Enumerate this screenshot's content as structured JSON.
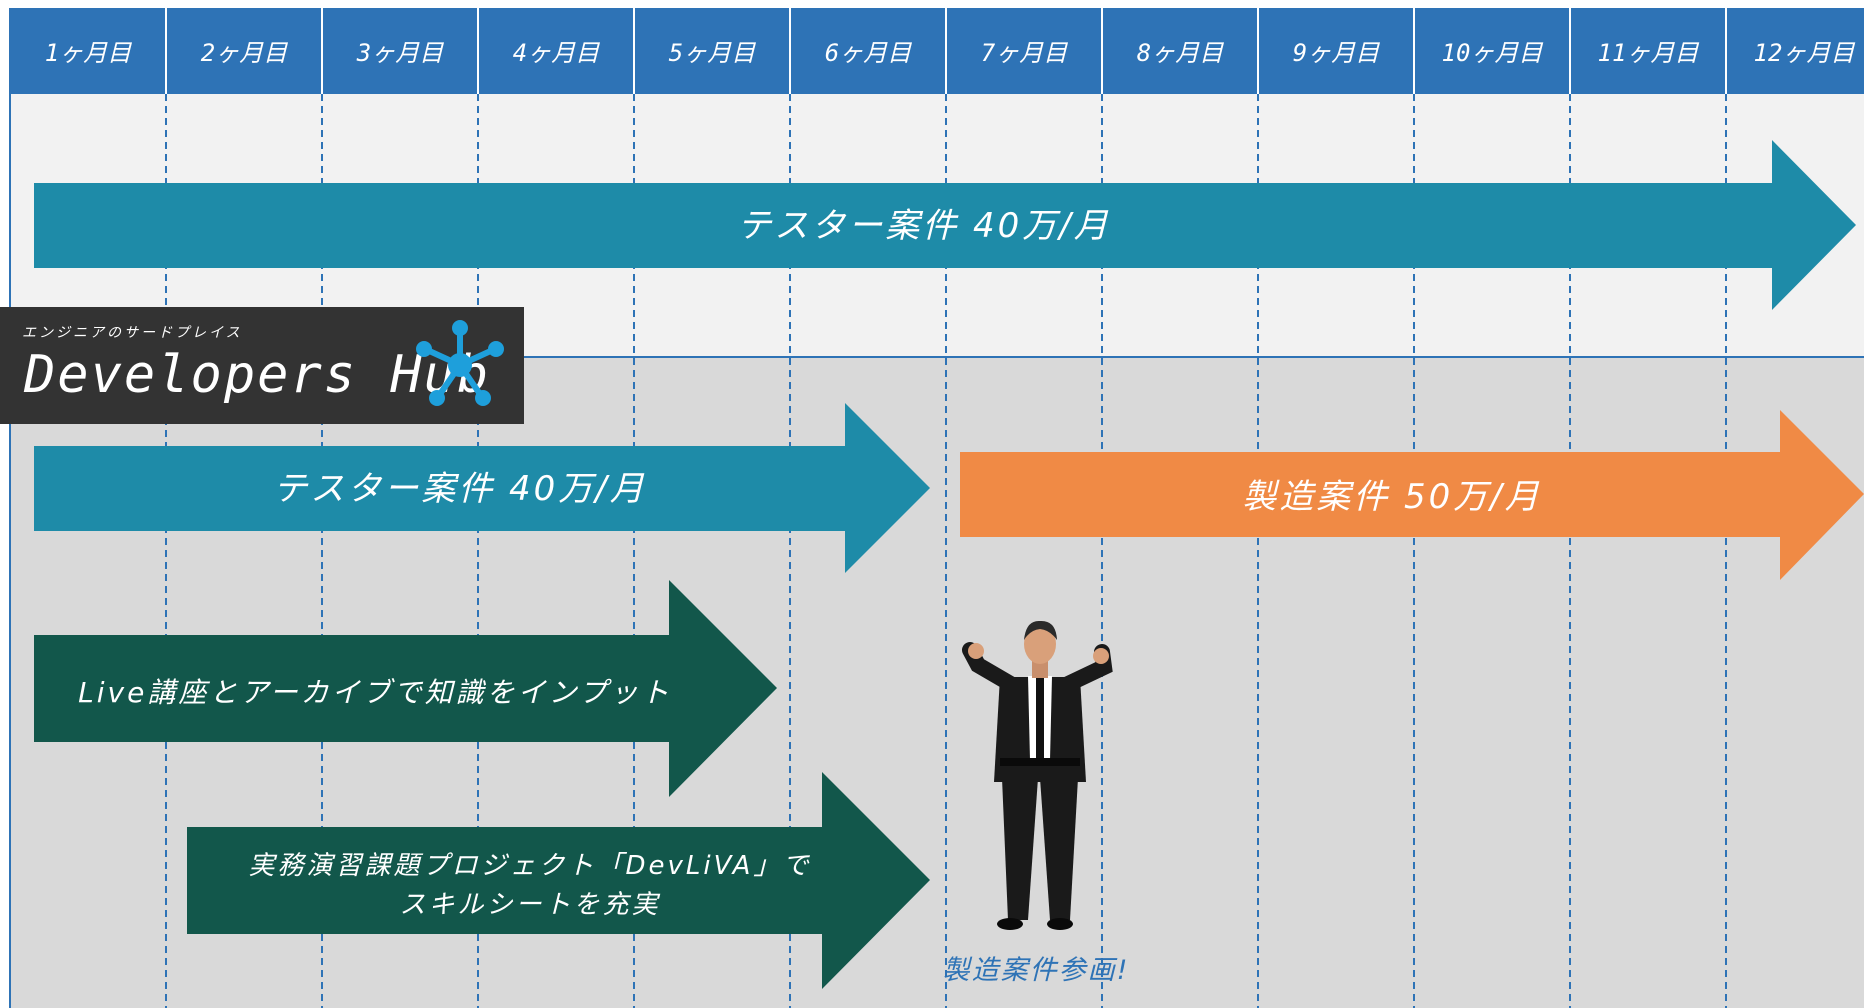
{
  "colors": {
    "header_bg": "#2E73B6",
    "top_area_bg": "#F2F2F2",
    "bottom_area_bg": "#D9D9D9",
    "grid_line": "#2E73B6",
    "teal": "#1E8BA8",
    "orange": "#F08A45",
    "dark_green": "#12574B",
    "caption": "#2E73B6",
    "logo_bg": "#333333",
    "logo_icon": "#1E9FDB"
  },
  "months": [
    "1ヶ月目",
    "2ヶ月目",
    "3ヶ月目",
    "4ヶ月目",
    "5ヶ月目",
    "6ヶ月目",
    "7ヶ月目",
    "8ヶ月目",
    "9ヶ月目",
    "10ヶ月目",
    "11ヶ月目",
    "12ヶ月目"
  ],
  "logo": {
    "tagline": "エンジニアのサードプレイス",
    "name": "Developers Hub",
    "icon": "hub-network-icon"
  },
  "arrows": [
    {
      "id": "top-tester",
      "label": "テスター案件 40万/月",
      "color": "teal",
      "icon": "arrow-right"
    },
    {
      "id": "tester",
      "label": "テスター案件 40万/月",
      "color": "teal",
      "icon": "arrow-right"
    },
    {
      "id": "manufacturing",
      "label": "製造案件 50万/月",
      "color": "orange",
      "icon": "arrow-right"
    },
    {
      "id": "live",
      "label": "Live講座とアーカイブで知識をインプット",
      "color": "dark_green",
      "icon": "arrow-right"
    },
    {
      "id": "devliva",
      "label_line1": "実務演習課題プロジェクト「DevLiVA」で",
      "label_line2": "スキルシートを充実",
      "color": "dark_green",
      "icon": "arrow-right"
    }
  ],
  "figure": {
    "icon": "celebrating-businessman-icon"
  },
  "caption": "製造案件参画!"
}
